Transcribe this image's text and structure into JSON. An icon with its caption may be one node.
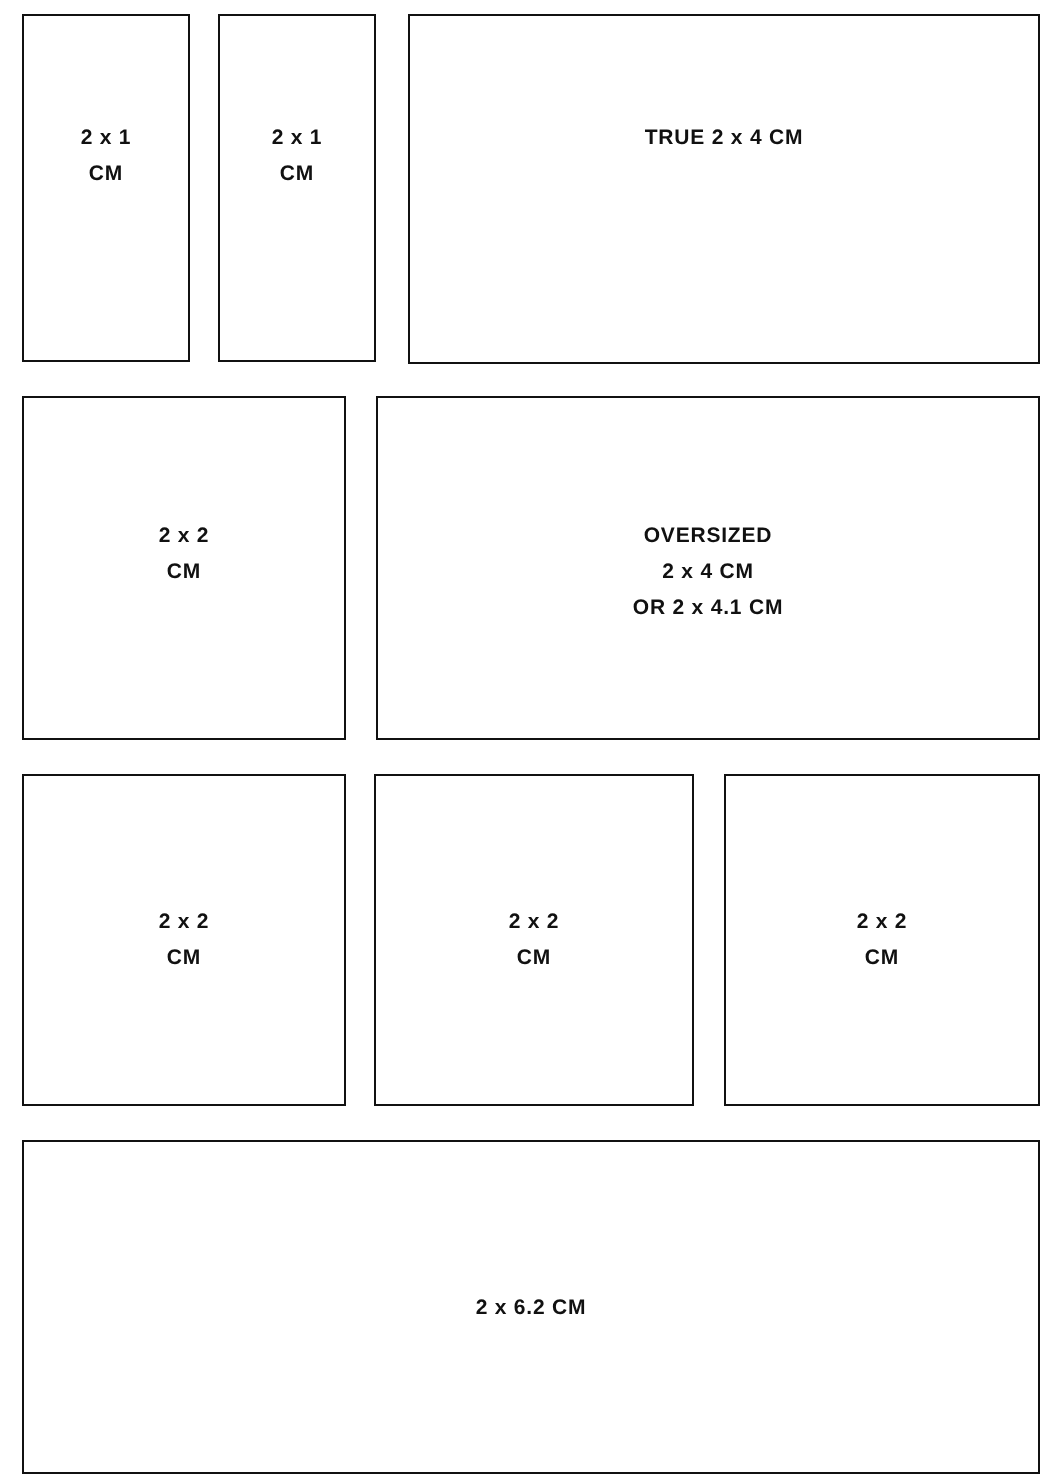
{
  "diagram": {
    "nodes": [
      {
        "text": [
          "2 x 1 CM"
        ]
      },
      {
        "text": [
          "2 x 1 CM"
        ]
      },
      {
        "text": [
          "TRUE 2 x 4 CM"
        ]
      },
      {
        "text": [
          "2 x 2 CM"
        ]
      },
      {
        "text": [
          "OVERSIZED",
          "2 x 4 CM",
          "OR 2 x 4.1 CM"
        ]
      },
      {
        "text": [
          "2 x 2 CM"
        ]
      },
      {
        "text": [
          "2 x 2 CM"
        ]
      },
      {
        "text": [
          "2 x 2 CM"
        ]
      },
      {
        "text": [
          "2 x 6.2 CM"
        ]
      }
    ]
  }
}
